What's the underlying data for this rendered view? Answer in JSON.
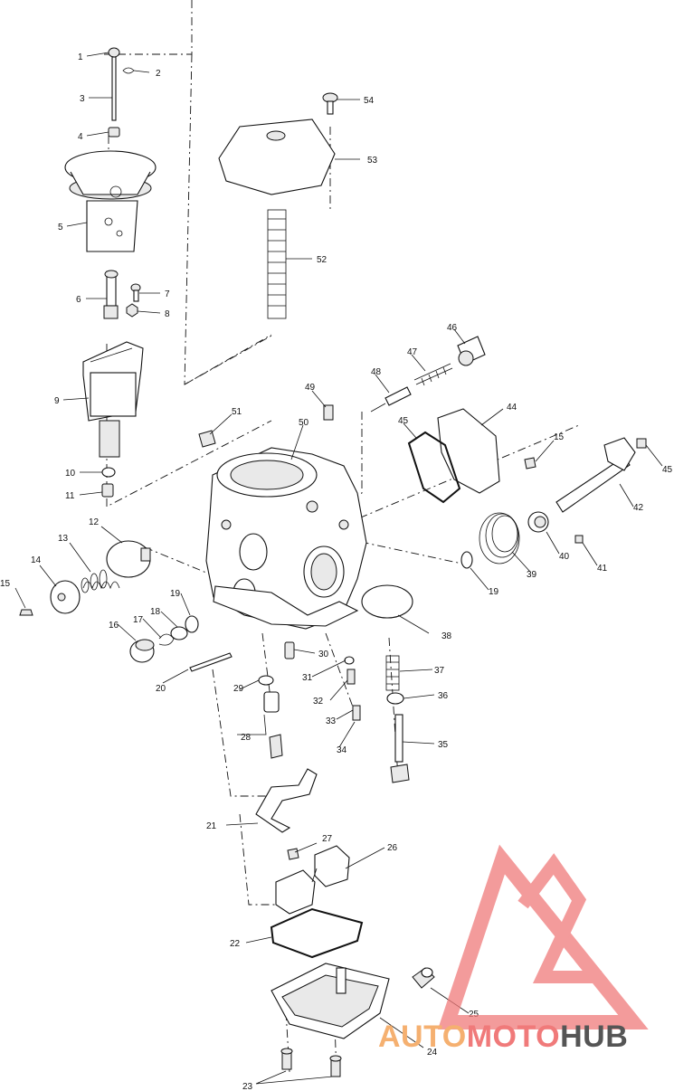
{
  "diagram": {
    "type": "exploded-parts-view",
    "callouts": [
      "1",
      "2",
      "3",
      "4",
      "5",
      "6",
      "7",
      "8",
      "9",
      "10",
      "11",
      "12",
      "13",
      "14",
      "15",
      "16",
      "17",
      "18",
      "19",
      "20",
      "21",
      "22",
      "23",
      "24",
      "25",
      "26",
      "27",
      "28",
      "29",
      "30",
      "31",
      "32",
      "33",
      "34",
      "35",
      "36",
      "37",
      "38",
      "39",
      "40",
      "41",
      "42",
      "44",
      "45",
      "46",
      "47",
      "48",
      "49",
      "50",
      "51",
      "52",
      "53",
      "54"
    ],
    "labels": {
      "n1": "1",
      "n2": "2",
      "n3": "3",
      "n4": "4",
      "n5": "5",
      "n6": "6",
      "n7": "7",
      "n8": "8",
      "n9": "9",
      "n10": "10",
      "n11": "11",
      "n12": "12",
      "n13": "13",
      "n14": "14",
      "n15a": "15",
      "n15b": "15",
      "n16": "16",
      "n17": "17",
      "n18": "18",
      "n19a": "19",
      "n19b": "19",
      "n20": "20",
      "n21": "21",
      "n22": "22",
      "n23": "23",
      "n24": "24",
      "n25": "25",
      "n26": "26",
      "n27": "27",
      "n28": "28",
      "n29": "29",
      "n30": "30",
      "n31": "31",
      "n32": "32",
      "n33": "33",
      "n34": "34",
      "n35": "35",
      "n36": "36",
      "n37": "37",
      "n38": "38",
      "n39": "39",
      "n40": "40",
      "n41": "41",
      "n42": "42",
      "n44": "44",
      "n45a": "45",
      "n45b": "45",
      "n46": "46",
      "n47": "47",
      "n48": "48",
      "n49": "49",
      "n50": "50",
      "n51": "51",
      "n52": "52",
      "n53": "53",
      "n54": "54"
    }
  },
  "watermark": {
    "part1": "AUTO",
    "part2": "MOTO",
    "part3": "HUB",
    "colors": {
      "logo": "#f07a7a",
      "auto": "#f5b070",
      "moto": "#f07a7a",
      "hub": "#555555"
    }
  }
}
